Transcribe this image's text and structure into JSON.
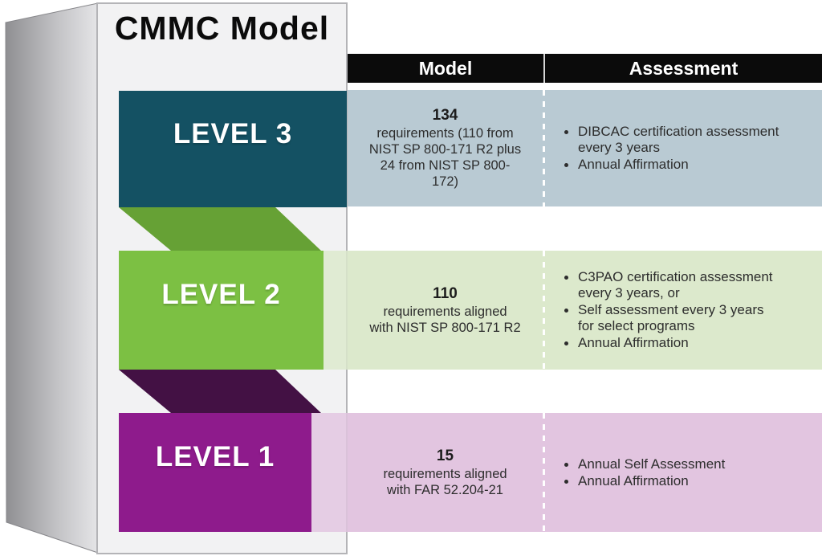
{
  "diagram_title": "CMMC Model",
  "header": {
    "model": "Model",
    "assessment": "Assessment",
    "bg_color": "#0b0b0b"
  },
  "levels": [
    {
      "label": "LEVEL 3",
      "band_color": "#145163",
      "row_color": "#b9cad3",
      "model_number": "134",
      "model_desc": "requirements (110 from NIST SP 800-171 R2 plus 24 from NIST SP 800-172)",
      "model_desc_lines": [
        "requirements (110 from",
        "NIST SP 800-171 R2 plus",
        "24 from NIST SP 800-",
        "172)"
      ],
      "assessment": [
        "DIBCAC certification assessment every 3 years",
        "Annual Affirmation"
      ]
    },
    {
      "label": "LEVEL 2",
      "band_color": "#7cc043",
      "row_color": "#dce9cc",
      "model_number": "110",
      "model_desc": "requirements aligned with NIST SP 800-171 R2",
      "model_desc_lines": [
        "requirements aligned",
        "with NIST SP 800-171 R2"
      ],
      "assessment": [
        "C3PAO certification assessment every 3 years, or",
        "Self assessment every 3 years for select programs",
        "Annual Affirmation"
      ]
    },
    {
      "label": "LEVEL 1",
      "band_color": "#8e1b8c",
      "row_color": "#e2c5e0",
      "model_number": "15",
      "model_desc": "requirements aligned with FAR 52.204-21",
      "model_desc_lines": [
        "requirements aligned",
        "with FAR 52.204-21"
      ],
      "assessment": [
        "Annual Self Assessment",
        "Annual Affirmation"
      ]
    }
  ],
  "connectors": [
    {
      "name": "level3-to-level2",
      "color": "#66a135"
    },
    {
      "name": "level2-to-level1",
      "color": "#431144"
    }
  ]
}
